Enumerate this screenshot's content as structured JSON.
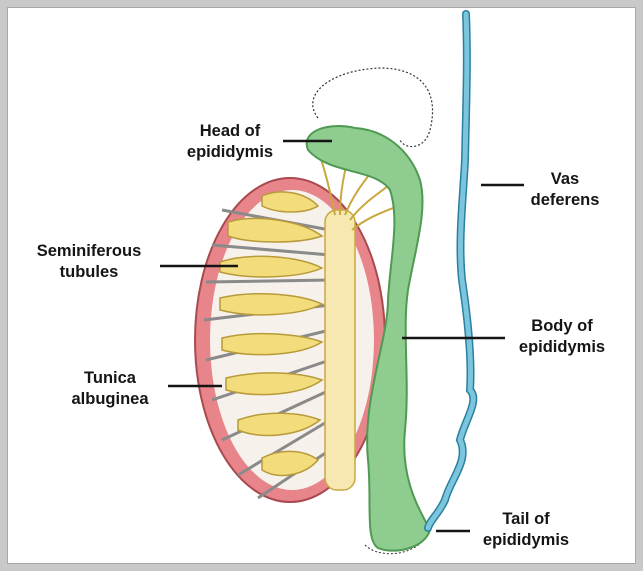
{
  "labels": {
    "head_of_epididymis": [
      "Head of",
      "epididymis"
    ],
    "seminiferous_tubules": [
      "Seminiferous",
      "tubules"
    ],
    "tunica_albuginea": [
      "Tunica",
      "albuginea"
    ],
    "vas_deferens": [
      "Vas",
      "deferens"
    ],
    "body_of_epididymis": [
      "Body of",
      "epididymis"
    ],
    "tail_of_epididymis": [
      "Tail of",
      "epididymis"
    ]
  },
  "colors": {
    "tunica": "#e8858a",
    "tunica_inner": "#f4b7b3",
    "tubules": "#f2dc7c",
    "tubule_outline": "#b89a3a",
    "epididymis": "#8fcc8f",
    "epididymis_dark": "#4f9a52",
    "vas_deferens": "#7cc6dd",
    "vas_outline": "#2b7fa0",
    "septa": "#9a9a9a",
    "ink": "#151515"
  }
}
